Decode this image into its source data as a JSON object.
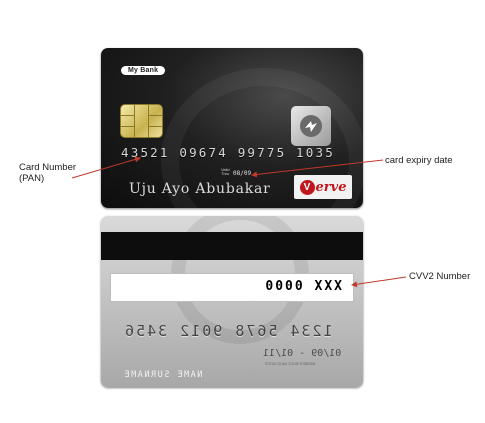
{
  "front": {
    "bank_label": "My Bank",
    "card_number": "43521 09674 99775 1035",
    "valid_thru_label": "Valid\nThru",
    "expiry": "08/09",
    "cardholder": "Uju Ayo Abubakar",
    "brand": {
      "mark": "V",
      "text": "erve",
      "color": "#c0161c"
    }
  },
  "back": {
    "cvv": "0000 XXX",
    "number": "1234 5678 9012 3456",
    "dates": "01/09 - 01/11",
    "date_labels": "MEMBER SINCE   VALID DATES",
    "name": "NAME SURNAME"
  },
  "callouts": {
    "card_number": "Card Number\n(PAN)",
    "expiry": "card expiry date",
    "cvv": "CVV2 Number"
  },
  "icons": [
    "chip-icon",
    "verve-logo-icon",
    "hologram-icon"
  ]
}
